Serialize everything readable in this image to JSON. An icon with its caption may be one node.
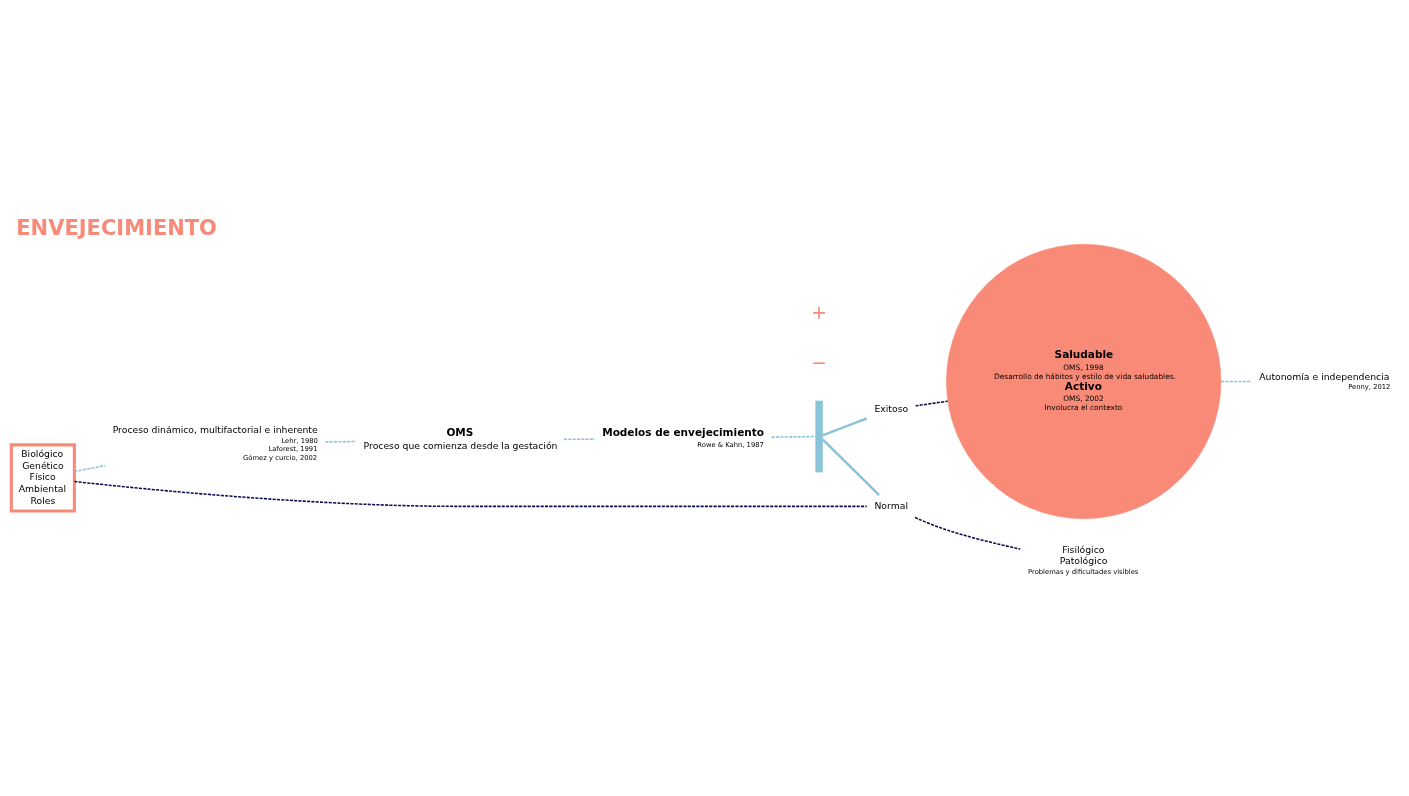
{
  "diagram": {
    "title": "ENVEJECIMIENTO",
    "nodes": [
      {
        "text": [
          "Biológico",
          "Genético",
          "Físico",
          "Ambiental",
          "Roles"
        ]
      },
      {
        "text": [
          "Proceso dinámico, multifactorial e inherente"
        ],
        "beside": [
          "Lehr, 1980",
          "Laforest, 1991",
          "Gómez y curcio, 2002"
        ]
      },
      {
        "text": [
          "OMS",
          "Proceso que comienza desde la gestación"
        ]
      },
      {
        "text": [
          "Modelos de envejecimiento"
        ],
        "beside": [
          "Rowe & Kahn, 1987"
        ]
      },
      {
        "text": [],
        "shape": "bracket"
      },
      {
        "text": [
          "Normal"
        ]
      },
      {
        "text": [
          "Exitoso"
        ]
      },
      {
        "text": [
          "Fisilógico",
          "Patológico"
        ],
        "beside": [
          "Problemas y dificultades visibles"
        ]
      },
      {
        "text": [
          "Saludable",
          "OMS, 1998",
          "Desarrollo de hábitos y estilo de vida saludables.",
          "Activo",
          "OMS, 2002",
          "Involucra el contexto"
        ]
      },
      {
        "text": [
          "Autonomía e independencia"
        ],
        "beside": [
          "Penny, 2012"
        ]
      }
    ],
    "edges": [
      {
        "from": 0,
        "to": 1,
        "arrow": "none",
        "style": "dashed"
      },
      {
        "from": 1,
        "to": 2,
        "arrow": "none",
        "style": "dashed"
      },
      {
        "from": 2,
        "to": 3,
        "arrow": "none",
        "style": "dashed"
      },
      {
        "from": 3,
        "to": 4,
        "arrow": "none",
        "style": "dashed"
      },
      {
        "from": 4,
        "to": 5,
        "arrow": "none"
      },
      {
        "from": 4,
        "to": 6,
        "arrow": "none"
      },
      {
        "from": 0,
        "to": 5,
        "arrow": "none",
        "style": "dashed",
        "color": "#0b0b52"
      },
      {
        "from": 5,
        "to": 7,
        "arrow": "none",
        "style": "dashed",
        "color": "#0b0b52"
      },
      {
        "from": 6,
        "to": 8,
        "arrow": "none",
        "style": "dashed",
        "color": "#0b0b52"
      },
      {
        "from": 8,
        "to": 9,
        "arrow": "none",
        "style": "dashed"
      }
    ],
    "labels": [
      "−",
      "+"
    ]
  }
}
